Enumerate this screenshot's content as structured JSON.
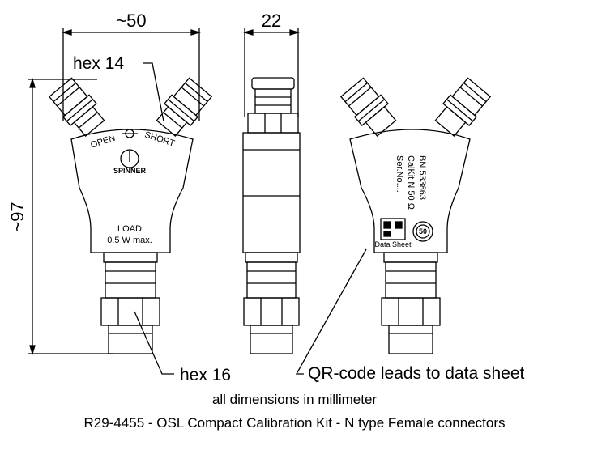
{
  "dimensions": {
    "width": "~50",
    "depth": "22",
    "height": "~97"
  },
  "labels": {
    "hex_top": "hex 14",
    "hex_bottom": "hex 16",
    "qr_note": "QR-code leads to data sheet"
  },
  "front_view": {
    "open": "OPEN",
    "short": "SHORT",
    "brand": "SPINNER",
    "load_line1": "LOAD",
    "load_line2": "0.5 W max."
  },
  "back_view": {
    "line1": "BN 533863",
    "line2": "CalKit N 50 Ω",
    "line3": "Ser.No....",
    "datasheet": "Data Sheet",
    "badge": "50"
  },
  "captions": {
    "units": "all dimensions in millimeter",
    "title": "R29-4455 - OSL Compact Calibration Kit - N type Female connectors"
  },
  "colors": {
    "line": "#000000",
    "background": "#ffffff"
  }
}
